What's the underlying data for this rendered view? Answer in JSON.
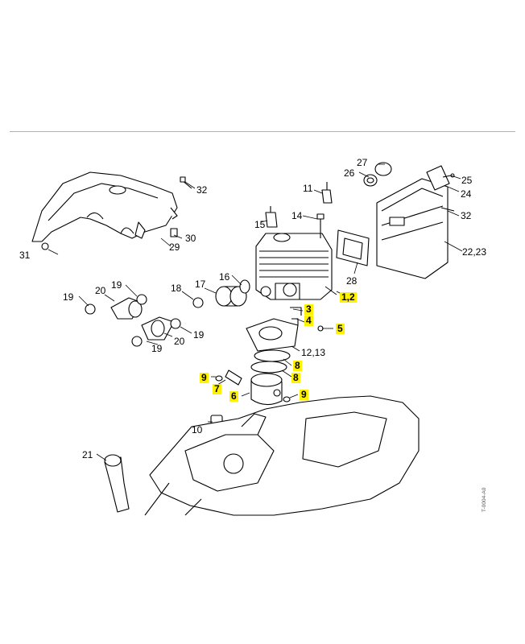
{
  "callouts": [
    {
      "id": "c32a",
      "text": "32",
      "highlight": false
    },
    {
      "id": "c31",
      "text": "31",
      "highlight": false
    },
    {
      "id": "c30",
      "text": "30",
      "highlight": false
    },
    {
      "id": "c29",
      "text": "29",
      "highlight": false
    },
    {
      "id": "c27",
      "text": "27",
      "highlight": false
    },
    {
      "id": "c26",
      "text": "26",
      "highlight": false
    },
    {
      "id": "c25",
      "text": "25",
      "highlight": false
    },
    {
      "id": "c24",
      "text": "24",
      "highlight": false
    },
    {
      "id": "c32b",
      "text": "32",
      "highlight": false
    },
    {
      "id": "c2223",
      "text": "22,23",
      "highlight": false
    },
    {
      "id": "c11",
      "text": "11",
      "highlight": false
    },
    {
      "id": "c14",
      "text": "14",
      "highlight": false
    },
    {
      "id": "c15",
      "text": "15",
      "highlight": false
    },
    {
      "id": "c28",
      "text": "28",
      "highlight": false
    },
    {
      "id": "c12",
      "text": "1,2",
      "highlight": true
    },
    {
      "id": "c3",
      "text": "3",
      "highlight": true
    },
    {
      "id": "c4",
      "text": "4",
      "highlight": true
    },
    {
      "id": "c5",
      "text": "5",
      "highlight": true
    },
    {
      "id": "c1213",
      "text": "12,13",
      "highlight": false
    },
    {
      "id": "c8a",
      "text": "8",
      "highlight": true
    },
    {
      "id": "c8b",
      "text": "8",
      "highlight": true
    },
    {
      "id": "c9a",
      "text": "9",
      "highlight": true
    },
    {
      "id": "c7",
      "text": "7",
      "highlight": true
    },
    {
      "id": "c6",
      "text": "6",
      "highlight": true
    },
    {
      "id": "c9b",
      "text": "9",
      "highlight": true
    },
    {
      "id": "c10",
      "text": "10",
      "highlight": false
    },
    {
      "id": "c21",
      "text": "21",
      "highlight": false
    },
    {
      "id": "c16",
      "text": "16",
      "highlight": false
    },
    {
      "id": "c17",
      "text": "17",
      "highlight": false
    },
    {
      "id": "c18",
      "text": "18",
      "highlight": false
    },
    {
      "id": "c19a",
      "text": "19",
      "highlight": false
    },
    {
      "id": "c20a",
      "text": "20",
      "highlight": false
    },
    {
      "id": "c19b",
      "text": "19",
      "highlight": false
    },
    {
      "id": "c19c",
      "text": "19",
      "highlight": false
    },
    {
      "id": "c19d",
      "text": "19",
      "highlight": false
    },
    {
      "id": "c20b",
      "text": "20",
      "highlight": false
    }
  ],
  "document_code": "T-0004-A0",
  "colors": {
    "rule": "#f0a060",
    "highlight": "#fff200",
    "line": "#000000"
  }
}
